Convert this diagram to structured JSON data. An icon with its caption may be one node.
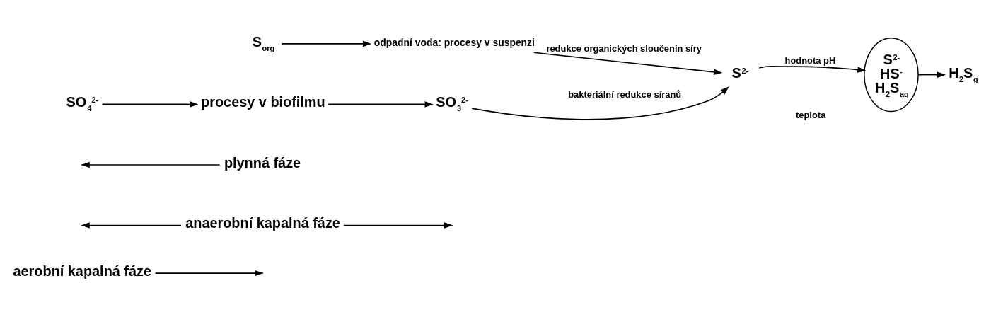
{
  "diagram": {
    "nodes": [
      {
        "text": [
          "aerobní kapalná fáze"
        ]
      },
      {
        "text": [
          "anaerobní kapalná fáze"
        ]
      },
      {
        "text": [
          "plynná fáze"
        ]
      },
      {
        "text": [
          "S$_{org}$"
        ]
      },
      {
        "text": [
          "odpadní voda: procesy v suspenzi"
        ]
      },
      {
        "text": [
          "S$^{2-}$"
        ]
      },
      {
        "text": [
          "SO$_{4}$$^{2-}$"
        ]
      },
      {
        "text": [
          "procesy v biofilmu"
        ]
      },
      {
        "text": [
          "SO$_{3}$$^{2-}$"
        ]
      },
      {
        "text": [
          "S$^{2-}$",
          "HS$^{-}$",
          "H$_{2}$S$_{aq}$"
        ]
      },
      {
        "text": [
          "H$_{2}$S$_{g}$"
        ]
      }
    ],
    "edges": [
      {
        "from": 0,
        "to": null,
        "arrow": "to"
      },
      {
        "from": 1,
        "to": null,
        "arrow": "to"
      },
      {
        "from": 1,
        "to": null,
        "arrow": "to"
      },
      {
        "from": 2,
        "to": null,
        "arrow": "to"
      },
      {
        "from": 3,
        "to": 4,
        "arrow": "to"
      },
      {
        "from": 4,
        "to": 5,
        "label": "redukce organických sloučenin síry",
        "arrow": "to"
      },
      {
        "from": 6,
        "to": 7,
        "arrow": "to"
      },
      {
        "from": 7,
        "to": 8,
        "arrow": "to"
      },
      {
        "from": 8,
        "to": 5,
        "label": "bakteriální redukce síranů",
        "arrow": "to"
      },
      {
        "from": 5,
        "to": 9,
        "label": "hodnota pH",
        "arrow": "to"
      },
      {
        "from": 9,
        "to": 10,
        "arrow": "to"
      }
    ],
    "labels": [
      "teplota"
    ]
  }
}
